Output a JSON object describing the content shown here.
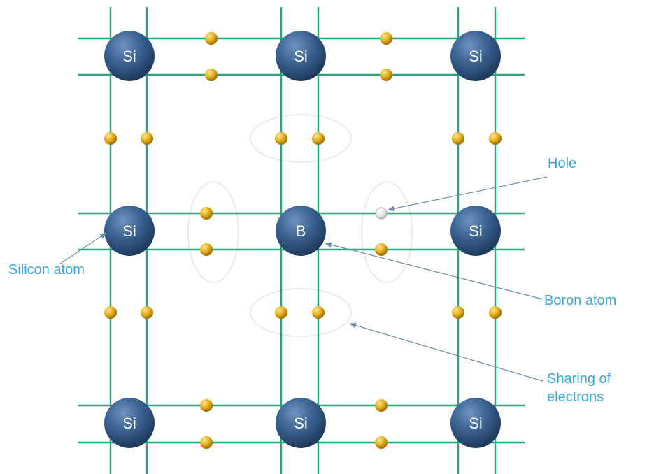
{
  "diagram": {
    "atoms": [
      {
        "label": "Si"
      },
      {
        "label": "Si"
      },
      {
        "label": "Si"
      },
      {
        "label": "Si"
      },
      {
        "label": "B"
      },
      {
        "label": "Si"
      },
      {
        "label": "Si"
      },
      {
        "label": "Si"
      },
      {
        "label": "Si"
      }
    ],
    "callouts": {
      "hole": "Hole",
      "silicon_atom": "Silicon atom",
      "boron_atom": "Boron atom",
      "sharing_line1": "Sharing of",
      "sharing_line2": "electrons"
    },
    "colors": {
      "bond_line": "#2aa37e",
      "atom": "#2f5580",
      "electron": "#e0a818",
      "hole": "#f2f2f2",
      "callout_text": "#3aa6d8",
      "arrow": "#6e8ca8",
      "ellipse": "#e6e6e6"
    }
  }
}
